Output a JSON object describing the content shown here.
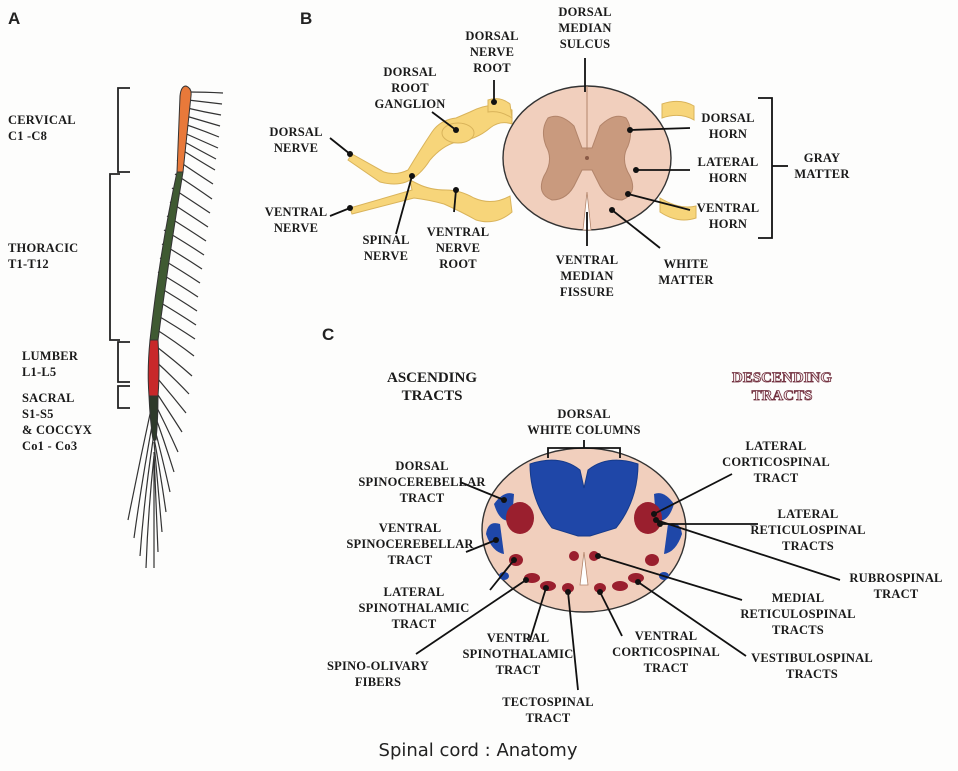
{
  "panels": {
    "a": "A",
    "b": "B",
    "c": "C"
  },
  "panel_a": {
    "cervical": [
      "CERVICAL",
      "C1 -C8"
    ],
    "thoracic": [
      "THORACIC",
      "T1-T12"
    ],
    "lumber": [
      "LUMBER",
      "L1-L5"
    ],
    "sacral": [
      "SACRAL",
      "S1-S5",
      "& COCCYX",
      "Co1 - Co3"
    ]
  },
  "panel_b": {
    "dorsal_nerve_root": [
      "DORSAL",
      "NERVE",
      "ROOT"
    ],
    "dorsal_median_sulcus": [
      "DORSAL",
      "MEDIAN",
      "SULCUS"
    ],
    "dorsal_root_ganglion": [
      "DORSAL",
      "ROOT",
      "GANGLION"
    ],
    "dorsal_nerve": [
      "DORSAL",
      "NERVE"
    ],
    "ventral_nerve": [
      "VENTRAL",
      "NERVE"
    ],
    "spinal_nerve": [
      "SPINAL",
      "NERVE"
    ],
    "ventral_nerve_root": [
      "VENTRAL",
      "NERVE",
      "ROOT"
    ],
    "ventral_median_fissure": [
      "VENTRAL",
      "MEDIAN",
      "FISSURE"
    ],
    "white_matter": [
      "WHITE",
      "MATTER"
    ],
    "dorsal_horn": [
      "DORSAL",
      "HORN"
    ],
    "lateral_horn": [
      "LATERAL",
      "HORN"
    ],
    "ventral_horn": [
      "VENTRAL",
      "HORN"
    ],
    "gray_matter": [
      "GRAY",
      "MATTER"
    ]
  },
  "panel_c": {
    "ascending": [
      "ASCENDING",
      "TRACTS"
    ],
    "descending": [
      "DESCENDING",
      "TRACTS"
    ],
    "dorsal_white_columns": [
      "DORSAL",
      "WHITE COLUMNS"
    ],
    "dorsal_spinocerebellar": [
      "DORSAL",
      "SPINOCEREBELLAR",
      "TRACT"
    ],
    "ventral_spinocerebellar": [
      "VENTRAL",
      "SPINOCEREBELLAR",
      "TRACT"
    ],
    "lateral_spinothalamic": [
      "LATERAL",
      "SPINOTHALAMIC",
      "TRACT"
    ],
    "spino_olivary": [
      "SPINO-OLIVARY",
      "FIBERS"
    ],
    "ventral_spinothalamic": [
      "VENTRAL",
      "SPINOTHALAMIC",
      "TRACT"
    ],
    "tectospinal": [
      "TECTOSPINAL",
      "TRACT"
    ],
    "ventral_corticospinal": [
      "VENTRAL",
      "CORTICOSPINAL",
      "TRACT"
    ],
    "vestibulospinal": [
      "VESTIBULOSPINAL",
      "TRACTS"
    ],
    "medial_reticulospinal": [
      "MEDIAL",
      "RETICULOSPINAL",
      "TRACTS"
    ],
    "rubrospinal": [
      "RUBROSPINAL",
      "TRACT"
    ],
    "lateral_reticulospinal": [
      "LATERAL",
      "RETICULOSPINAL",
      "TRACTS"
    ],
    "lateral_corticospinal": [
      "LATERAL",
      "CORTICOSPINAL",
      "TRACT"
    ]
  },
  "caption": "Spinal cord : Anatomy",
  "colors": {
    "cervical": "#e8793a",
    "thoracic": "#3f5a32",
    "lumbar_sacral": "#c8282a",
    "nerve_yellow": "#f7d57a",
    "cord_pink": "#f1cfbd",
    "gray_matter": "#c99a7e",
    "tract_blue": "#1f47a8",
    "tract_red": "#9a1f2e",
    "descending_text": "#6e2b3a"
  }
}
